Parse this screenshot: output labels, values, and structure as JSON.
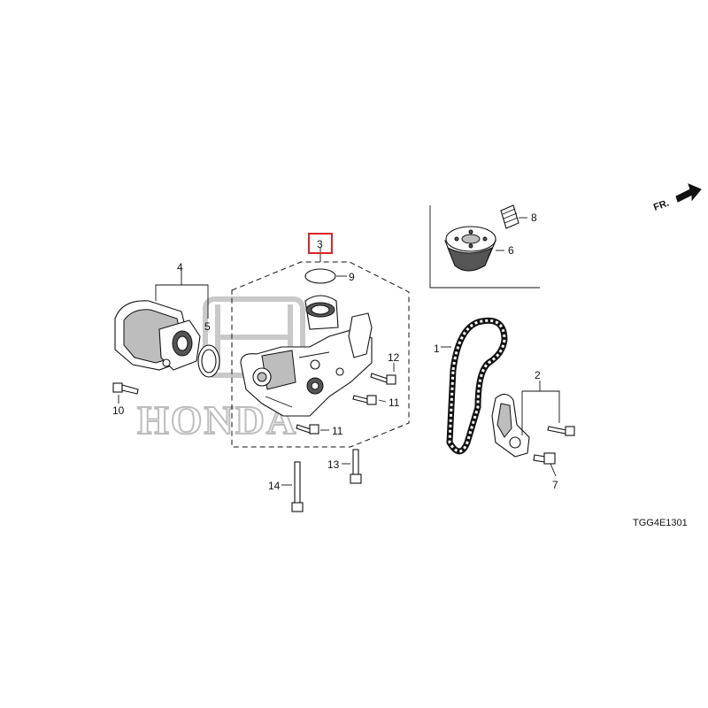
{
  "diagram": {
    "diagram_code": "TGG4E1301",
    "direction_label": "FR.",
    "highlighted_callout": "3",
    "highlight_color": "#d9262c",
    "watermark_text": "HONDA",
    "callouts": {
      "c1": "1",
      "c2": "2",
      "c3": "3",
      "c4": "4",
      "c5": "5",
      "c6": "6",
      "c7": "7",
      "c8": "8",
      "c9": "9",
      "c10": "10",
      "c11a": "11",
      "c11b": "11",
      "c12": "12",
      "c13": "13",
      "c14": "14"
    }
  }
}
